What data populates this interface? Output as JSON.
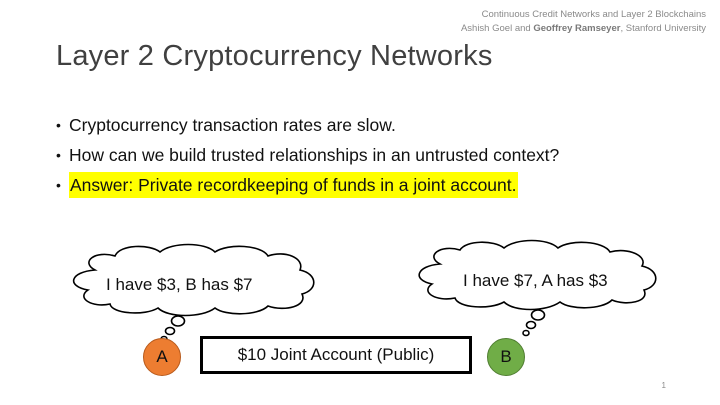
{
  "header": {
    "line1": "Continuous Credit Networks and Layer 2 Blockchains",
    "authors_plain_1": "Ashish Goel and ",
    "authors_bold": "Geoffrey Ramseyer",
    "authors_plain_2": ", Stanford University"
  },
  "slide": {
    "title": "Layer 2 Cryptocurrency Networks",
    "bullets": [
      "Cryptocurrency transaction rates are slow.",
      "How can we build trusted relationships in an untrusted context?",
      "Answer: Private recordkeeping of funds in a joint account."
    ],
    "cloud_a_text": "I have $3, B has $7",
    "cloud_b_text": "I have $7, A has $3",
    "joint_account_label": "$10 Joint Account (Public)",
    "node_a_label": "A",
    "node_b_label": "B",
    "page_number": "1"
  },
  "colors": {
    "highlight": "#ffff00",
    "node_a": "#ed7d31",
    "node_b": "#70ad47"
  }
}
